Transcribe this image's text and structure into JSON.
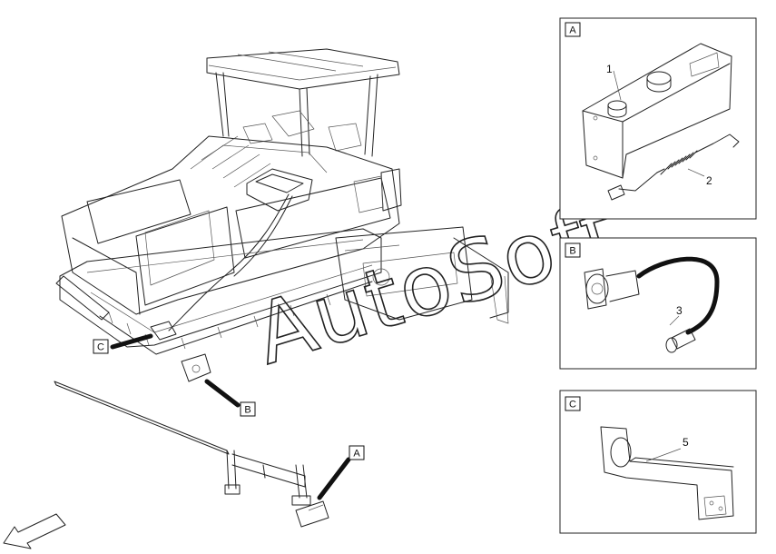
{
  "callouts": {
    "c": "C",
    "b": "B",
    "a": "A"
  },
  "panels": {
    "a": {
      "tag": "A",
      "items": [
        "1",
        "2"
      ]
    },
    "b": {
      "tag": "B",
      "items": [
        "3"
      ]
    },
    "c": {
      "tag": "C",
      "items": [
        "5"
      ]
    }
  },
  "watermark": "AutoSoft",
  "icons": {
    "direction": "direction-arrow-icon"
  }
}
